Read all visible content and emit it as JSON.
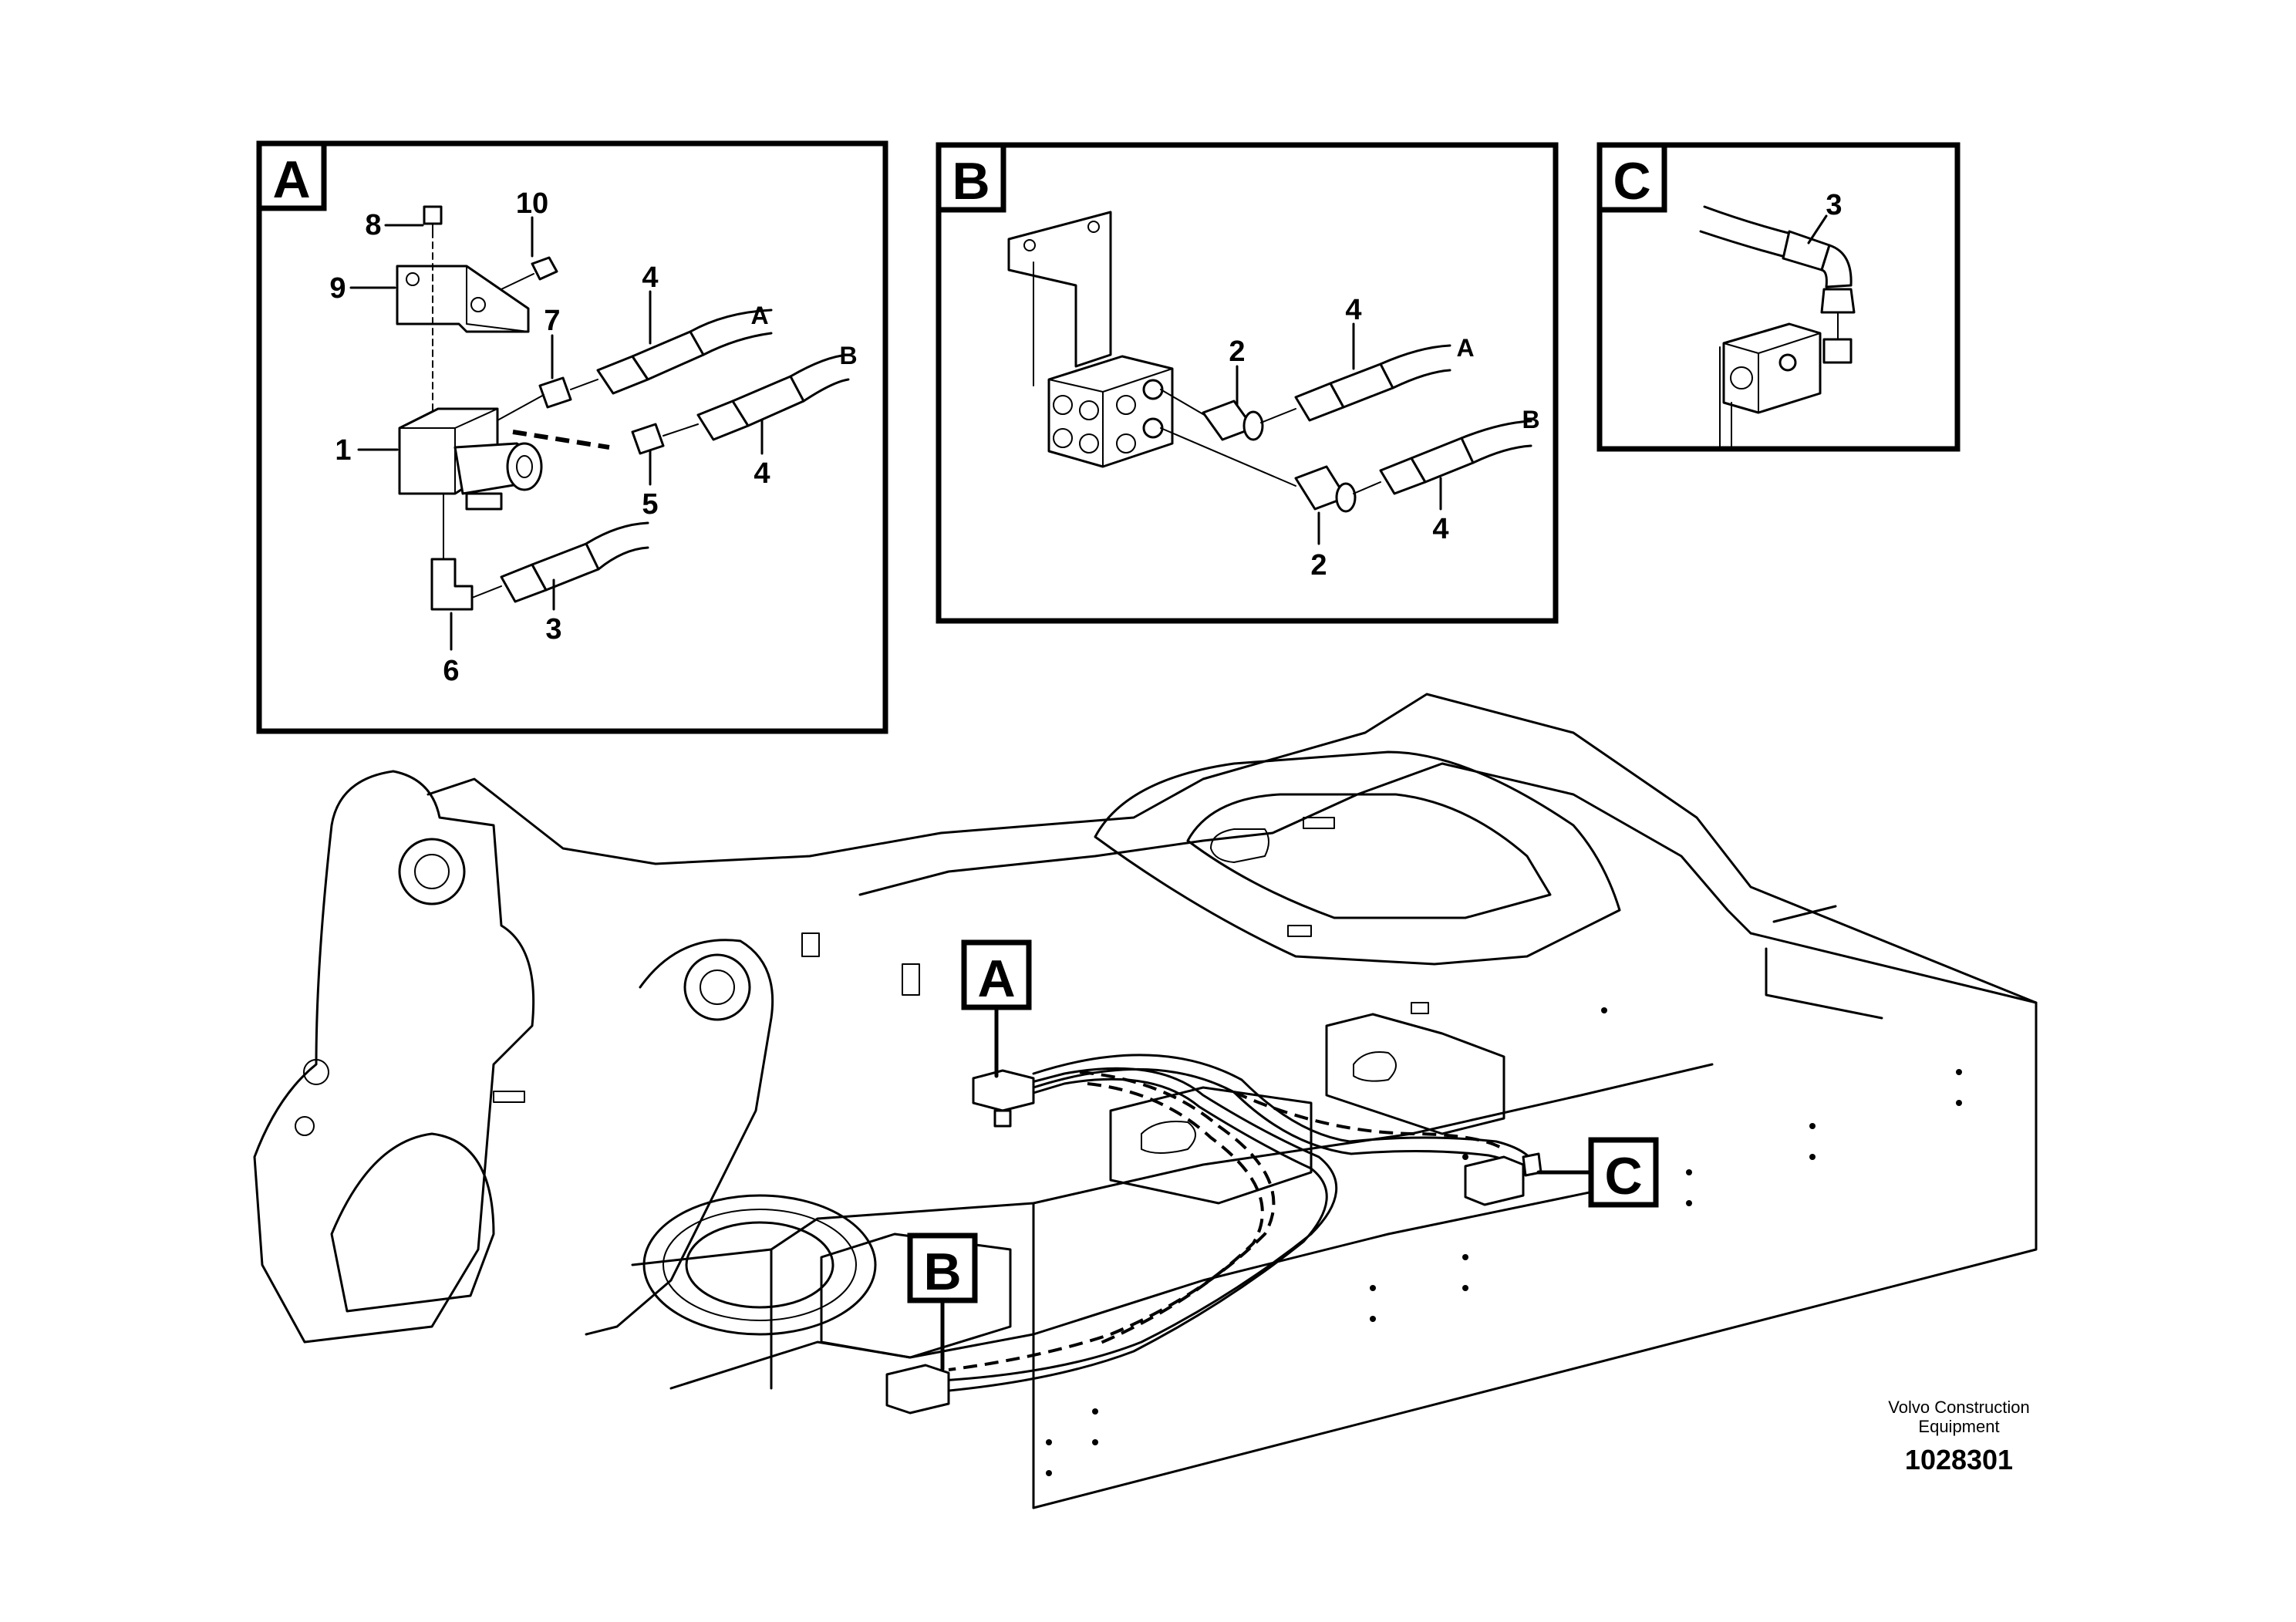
{
  "details": [
    {
      "letter": "A",
      "callouts": [
        "8",
        "10",
        "9",
        "4",
        "7",
        "A",
        "B",
        "1",
        "5",
        "4",
        "3",
        "6"
      ]
    },
    {
      "letter": "B",
      "callouts": [
        "4",
        "2",
        "A",
        "B",
        "4",
        "2"
      ]
    },
    {
      "letter": "C",
      "callouts": [
        "3"
      ]
    }
  ],
  "main_view": {
    "view_labels": [
      "A",
      "B",
      "C"
    ]
  },
  "footer": {
    "company_line1": "Volvo Construction",
    "company_line2": "Equipment",
    "drawing_number": "1028301"
  }
}
